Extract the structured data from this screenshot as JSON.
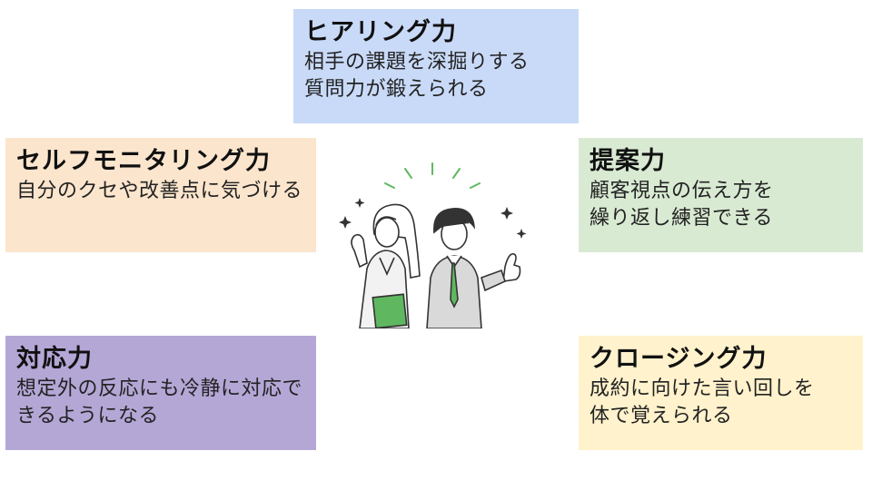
{
  "cards": {
    "hearing": {
      "title": "ヒアリング力",
      "body_line1": "相手の課題を深掘りする",
      "body_line2": "質問力が鍛えられる",
      "color": "#c9daf8"
    },
    "self_monitoring": {
      "title": "セルフモニタリング力",
      "body": "自分のクセや改善点に気づける",
      "color": "#fbe5cd"
    },
    "proposal": {
      "title": "提案力",
      "body_line1": "顧客視点の伝え方を",
      "body_line2": "繰り返し練習できる",
      "color": "#d9ead3"
    },
    "response": {
      "title": "対応力",
      "body": "想定外の反応にも冷静に対応できるようになる",
      "color": "#b4a7d6"
    },
    "closing": {
      "title": "クロージング力",
      "body_line1": "成約に向けた言い回しを",
      "body_line2": "体で覚えられる",
      "color": "#fff2cc"
    }
  },
  "illustration": {
    "icon": "business-people-icon",
    "accent": "#5fb85f"
  }
}
